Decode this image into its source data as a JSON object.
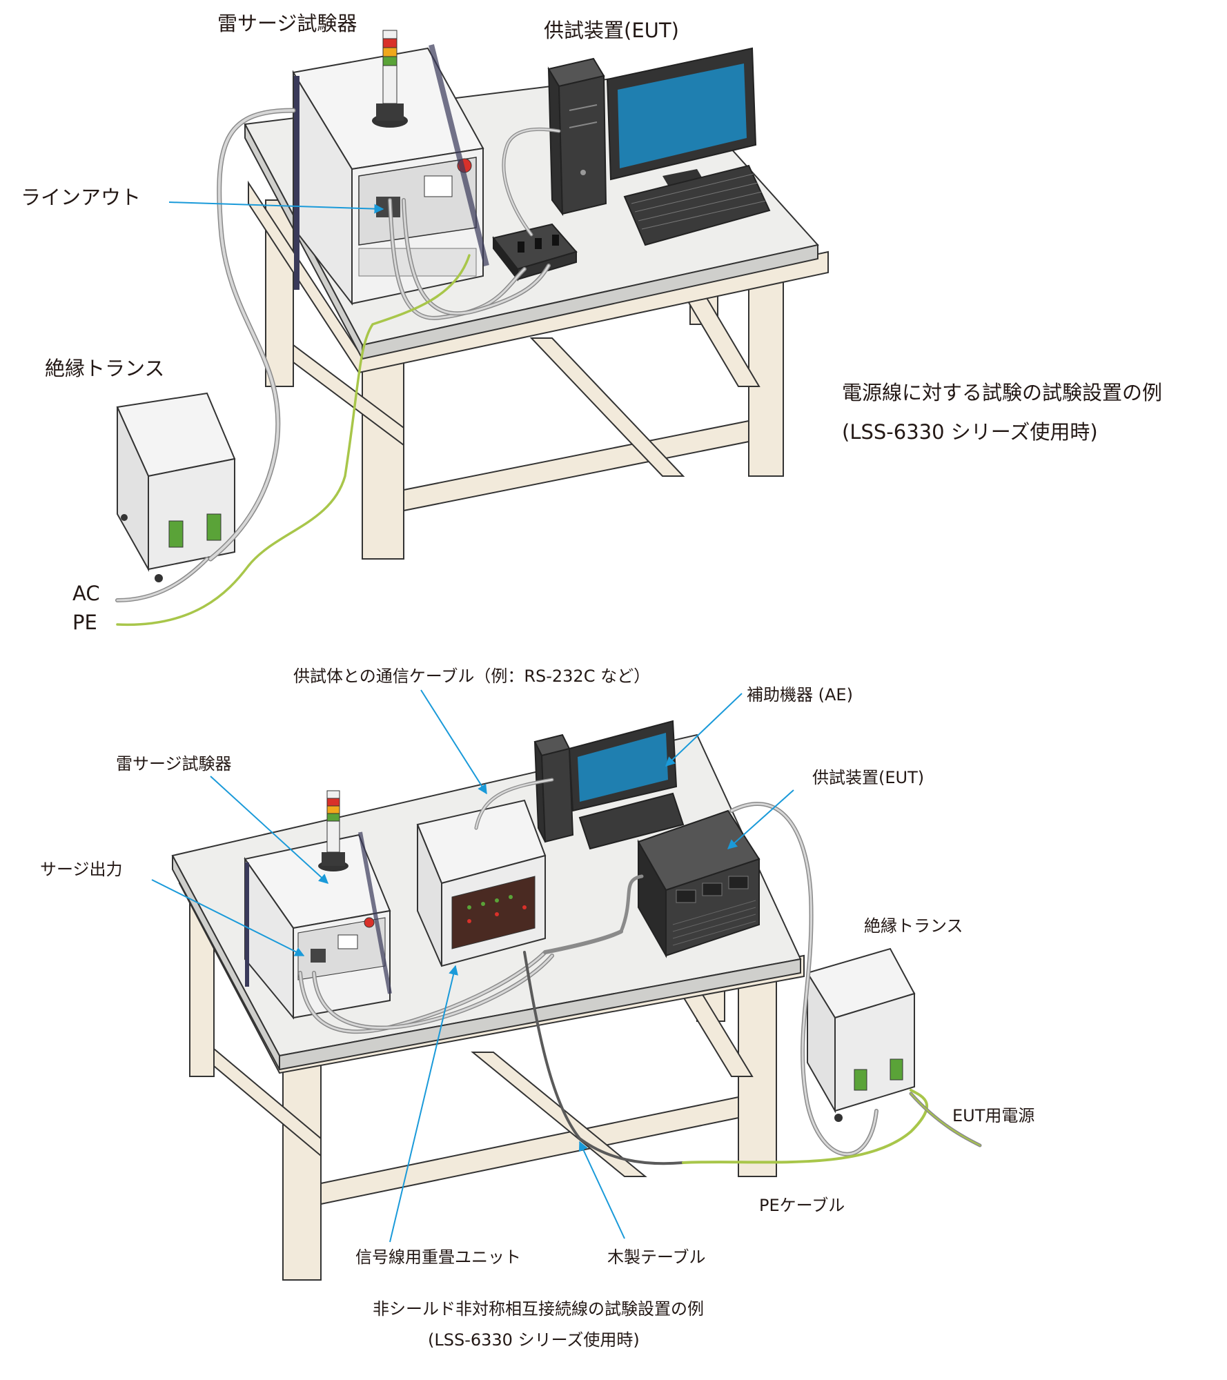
{
  "top_figure": {
    "labels": {
      "tester": "雷サージ試験器",
      "eut": "供試装置(EUT)",
      "line_out": "ラインアウト",
      "transformer": "絶縁トランス",
      "ac": "AC",
      "pe": "PE"
    },
    "caption_line1": "電源線に対する試験の試験設置の例",
    "caption_line2": "(LSS-6330 シリーズ使用時)"
  },
  "bottom_figure": {
    "labels": {
      "comm_cable": "供試体との通信ケーブル（例：RS-232C など）",
      "ae": "補助機器 (AE)",
      "tester": "雷サージ試験器",
      "eut": "供試装置(EUT)",
      "surge_out": "サージ出力",
      "transformer": "絶縁トランス",
      "eut_power": "EUT用電源",
      "pe_cable": "PEケーブル",
      "coupling_unit": "信号線用重畳ユニット",
      "wooden_table": "木製テーブル"
    },
    "caption_line1": "非シールド非対称相互接続線の試験設置の例",
    "caption_line2": "(LSS-6330 シリーズ使用時)"
  },
  "colors": {
    "table_top": "#eeeeec",
    "table_wood": "#f2eadb",
    "leader_line": "#1a9ad9",
    "pe_wire": "#a8c64a",
    "screen": "#1f7fb0",
    "dark_equipment": "#3a3a3a",
    "lamp_red": "#d9312a",
    "lamp_amber": "#f0a81c",
    "lamp_green": "#5aa338"
  },
  "icons": [
    "surge-tester-icon",
    "tower-lamp-icon",
    "pc-tower-icon",
    "monitor-icon",
    "keyboard-icon",
    "isolation-transformer-icon",
    "coupling-unit-icon",
    "eut-rack-icon"
  ]
}
